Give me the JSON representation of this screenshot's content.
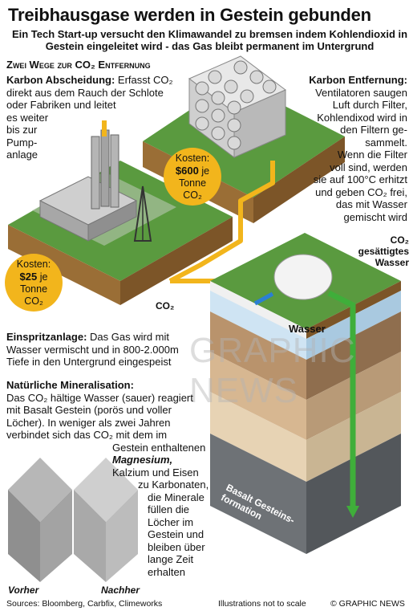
{
  "header": {
    "title": "Treibhausgase werden in Gestein gebunden",
    "subtitle": "Ein Tech Start-up versucht den Klimawandel zu bremsen indem Kohlendioxid in Gestein eingeleitet wird - das Gas bleibt permanent im Untergrund"
  },
  "section_title": "Zwei Wege zur CO₂ Entfernung",
  "capture": {
    "title": "Karbon Abscheidung:",
    "text_1": "Erfasst CO₂",
    "text_2": "direkt aus dem Rauch der Schlote",
    "text_3": "oder Fabriken und leitet",
    "text_4": "es weiter",
    "text_5": "bis zur",
    "text_6": "Pump-",
    "text_7": "anlage"
  },
  "removal": {
    "title": "Karbon Entfernung:",
    "lines": [
      "Ventilatoren saugen",
      "Luft durch Filter,",
      "Kohlendixod wird in",
      "den Filtern ge-",
      "sammelt.",
      "Wenn die Filter",
      "voll sind, werden",
      "sie auf 100°C erhitzt",
      "und geben CO₂ frei,",
      "das mit Wasser",
      "gemischt wird"
    ]
  },
  "costs": [
    {
      "label": "Kosten:",
      "amount": "$600",
      "unit_1": "je",
      "unit_2": "Tonne",
      "unit_3": "CO₂"
    },
    {
      "label": "Kosten:",
      "amount": "$25",
      "unit_1": "je",
      "unit_2": "Tonne",
      "unit_3": "CO₂"
    }
  ],
  "labels": {
    "co2": "CO₂",
    "saturated_1": "CO₂",
    "saturated_2": "gesättigtes",
    "saturated_3": "Wasser",
    "water": "Wasser",
    "basalt_1": "Basalt Gesteins-",
    "basalt_2": "formation",
    "before": "Vorher",
    "after": "Nachher"
  },
  "injection": {
    "title": "Einspritzanlage:",
    "line_1": "Das Gas wird mit",
    "line_2": "Wasser vermischt und in 800-2.000m",
    "line_3": "Tiefe in den Untergrund eingespeist"
  },
  "mineral": {
    "title": "Natürliche Mineralisation:",
    "lines": [
      "Das CO₂ hältige Wasser (sauer) reagiert",
      "mit Basalt Gestein (porös und voller",
      "Löcher). In weniger als zwei Jahren",
      "verbindet sich das CO₂ mit dem im",
      "Gestein enthaltenen",
      "Magnesium,",
      "Kalzium und Eisen",
      "zu Karbonaten,",
      "die Minerale",
      "füllen die",
      "Löcher im",
      "Gestein und",
      "bleiben über",
      "lange Zeit",
      "erhalten"
    ]
  },
  "watermark": "GRAPHIC NEWS",
  "footer": {
    "sources": "Sources: Bloomberg, Carbfix, Climeworks",
    "note": "Illustrations not to scale",
    "credit": "© GRAPHIC NEWS"
  },
  "colors": {
    "grass": "#4f8a3a",
    "soil": "#a5793f",
    "pipe": "#f2b51c",
    "green_pipe": "#3fae3a",
    "water_layer": "#cfe4f3"
  }
}
